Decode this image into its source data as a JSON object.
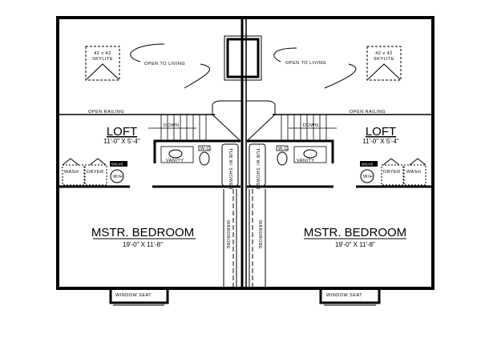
{
  "units": [
    {
      "skylight": "42 x 42",
      "skylight_label": "SKYLITE",
      "open_to_living": "OPEN TO LIVING",
      "open_railing": "OPEN RAILING",
      "loft": {
        "name": "LOFT",
        "dims": "11'-0\" X 5'-4\""
      },
      "stair": "DOWN",
      "vanity": "VANITY",
      "wc": "W.C.",
      "tub": "TUB W/ SHOWER",
      "wash": "WASH",
      "dryer": "DRYER",
      "shelves": "SHLVS",
      "water_heater": "W/H",
      "bedroom": {
        "name": "MSTR. BEDROOM",
        "dims": "19'-0\" X 11'-8\""
      },
      "wardrobe": "WARDROBE",
      "window_seat": "WINDOW SEAT"
    },
    {
      "skylight": "42 x 42",
      "skylight_label": "SKYLITE",
      "open_to_living": "OPEN TO LIVING",
      "open_railing": "OPEN RAILING",
      "loft": {
        "name": "LOFT",
        "dims": "11'-0\" X 5'-4\""
      },
      "stair": "DOWN",
      "vanity": "VANITY",
      "wc": "W.C.",
      "tub": "TUB W/ SHOWER",
      "wash": "WASH",
      "dryer": "DRYER",
      "shelves": "SHLVS",
      "water_heater": "W/H",
      "bedroom": {
        "name": "MSTR. BEDROOM",
        "dims": "19'-0\" X 11'-8\""
      },
      "wardrobe": "WARDROBE",
      "window_seat": "WINDOW SEAT"
    }
  ]
}
